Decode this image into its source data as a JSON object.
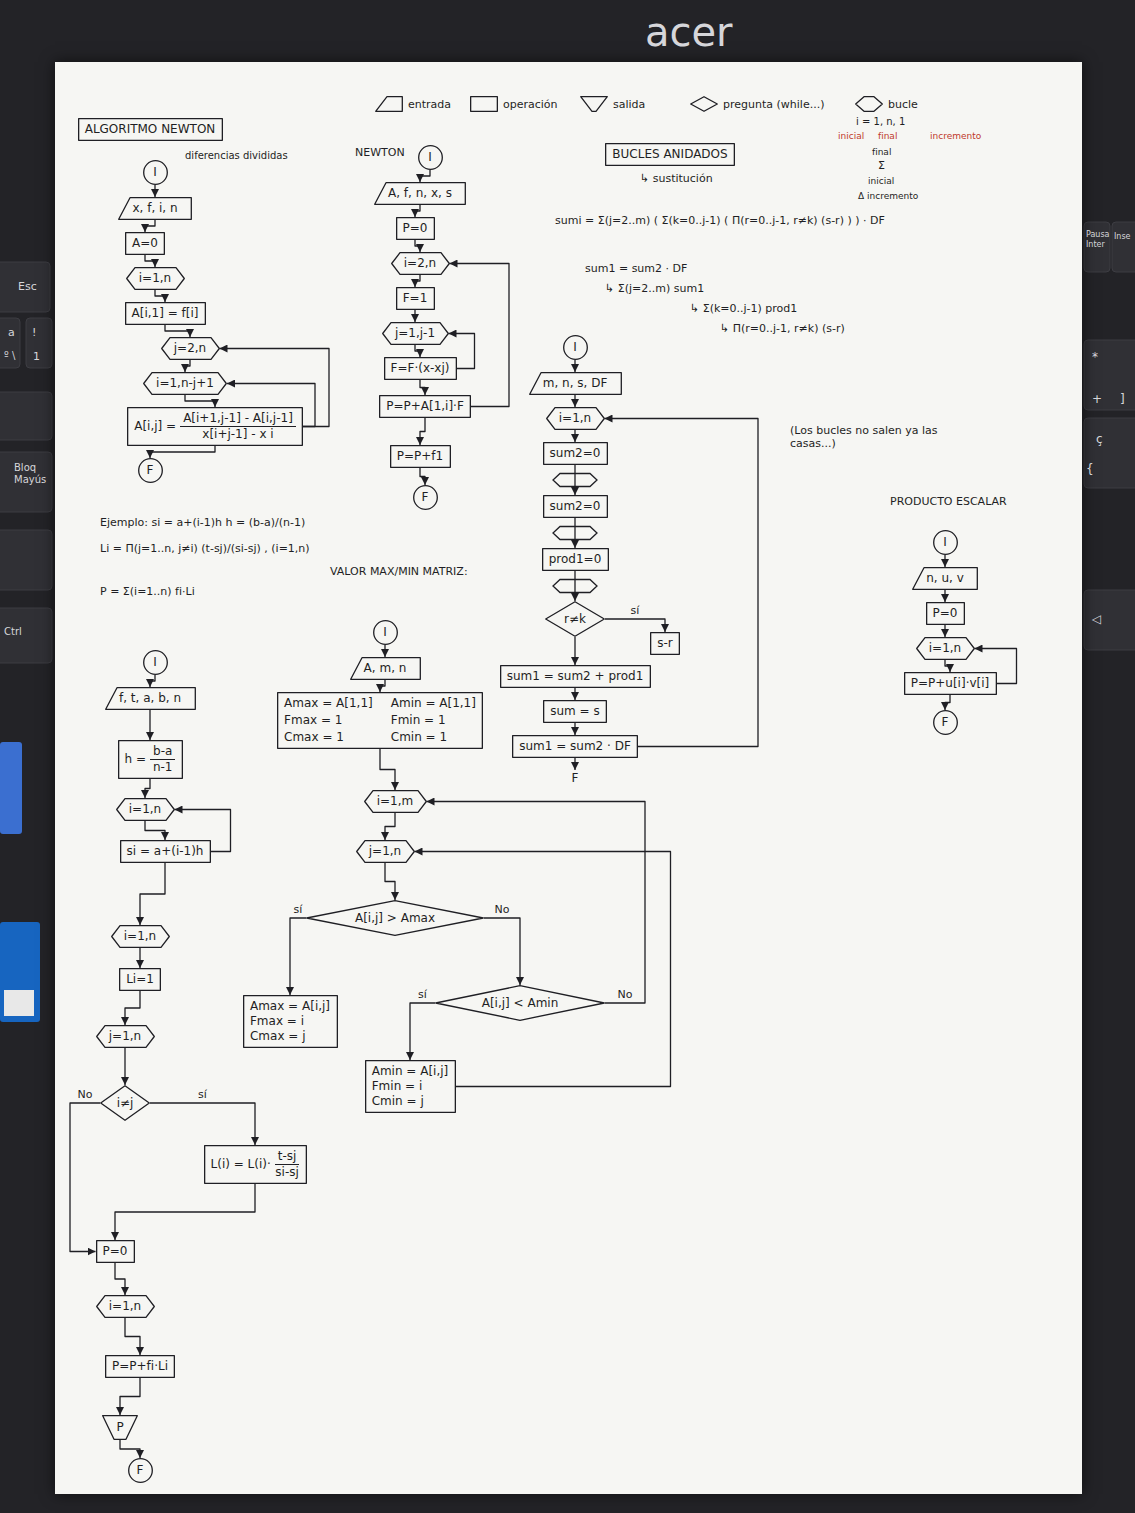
{
  "diagram": {
    "nodes": [
      {
        "text": [
          "ALGORITMO NEWTON"
        ]
      },
      {
        "text": [
          "I"
        ]
      },
      {
        "text": [
          "x, f, i, n"
        ]
      },
      {
        "text": [
          "A=0"
        ]
      },
      {
        "text": [
          "i=1,n"
        ]
      },
      {
        "text": [
          "A[i,1] = f[i]"
        ]
      },
      {
        "text": [
          "j=2,n"
        ]
      },
      {
        "text": [
          "i=1,n-j+1"
        ]
      },
      {
        "text": [
          "A[i,j] =",
          "A[i+1,j-1] - A[i,j-1]",
          "x[i+j-1] - x i"
        ]
      },
      {
        "text": [
          "F"
        ]
      },
      {
        "text": [
          "I"
        ]
      },
      {
        "text": [
          "A, f, n, x, s"
        ]
      },
      {
        "text": [
          "P=0"
        ]
      },
      {
        "text": [
          "i=2,n"
        ]
      },
      {
        "text": [
          "F=1"
        ]
      },
      {
        "text": [
          "j=1,j-1"
        ]
      },
      {
        "text": [
          "F=F·(x-xj)"
        ]
      },
      {
        "text": [
          "P=P+A[1,i]·F"
        ]
      },
      {
        "text": [
          "P=P+f1"
        ]
      },
      {
        "text": [
          "F"
        ]
      },
      {
        "text": [
          "BUCLES ANIDADOS"
        ]
      },
      {
        "text": [
          "I"
        ]
      },
      {
        "text": [
          "m, n, s, DF"
        ]
      },
      {
        "text": [
          "i=1,n"
        ]
      },
      {
        "text": [
          "sum2=0"
        ]
      },
      {
        "text": [
          "sum2=0"
        ]
      },
      {
        "text": [
          "prod1=0"
        ]
      },
      {
        "text": [
          "r≠k"
        ]
      },
      {
        "text": [
          "s-r"
        ]
      },
      {
        "text": [
          "sum1 = sum2 + prod1"
        ]
      },
      {
        "text": [
          "sum = s"
        ]
      },
      {
        "text": [
          "sum1 = sum2 · DF"
        ]
      },
      {
        "text": [
          "F"
        ]
      },
      {
        "text": [
          "I"
        ]
      },
      {
        "text": [
          "n, u, v"
        ]
      },
      {
        "text": [
          "P=0"
        ]
      },
      {
        "text": [
          "i=1,n"
        ]
      },
      {
        "text": [
          "P=P+u[i]·v[i]"
        ]
      },
      {
        "text": [
          "F"
        ]
      },
      {
        "text": [
          "I"
        ]
      },
      {
        "text": [
          "f, t, a, b, n"
        ]
      },
      {
        "text": [
          "h =",
          "b-a",
          "n-1"
        ]
      },
      {
        "text": [
          "i=1,n"
        ]
      },
      {
        "text": [
          "si = a+(i-1)h"
        ]
      },
      {
        "text": [
          "i=1,n"
        ]
      },
      {
        "text": [
          "Li=1"
        ]
      },
      {
        "text": [
          "j=1,n"
        ]
      },
      {
        "text": [
          "i≠j"
        ]
      },
      {
        "text": [
          "L(i) = L(i)·",
          "t-sj",
          "si-sj"
        ]
      },
      {
        "text": [
          "P=0"
        ]
      },
      {
        "text": [
          "i=1,n"
        ]
      },
      {
        "text": [
          "P=P+fi·Li"
        ]
      },
      {
        "text": [
          "P"
        ]
      },
      {
        "text": [
          "F"
        ]
      },
      {
        "text": [
          "I"
        ]
      },
      {
        "text": [
          "A, m, n"
        ]
      },
      {
        "text": [
          "Amax = A[1,1]",
          "Amin = A[1,1]",
          "Fmax = 1",
          "Fmin = 1",
          "Cmax = 1",
          "Cmin = 1"
        ]
      },
      {
        "text": [
          "i=1,m"
        ]
      },
      {
        "text": [
          "j=1,n"
        ]
      },
      {
        "text": [
          "A[i,j] > Amax"
        ]
      },
      {
        "text": [
          "Amax = A[i,j]",
          "Fmax = i",
          "Cmax = j"
        ]
      },
      {
        "text": [
          "A[i,j] < Amin"
        ]
      },
      {
        "text": [
          "Amin = A[i,j]",
          "Fmin = i",
          "Cmin = j"
        ]
      }
    ],
    "edges": [
      {
        "from": 1,
        "to": 2,
        "arrow": "to"
      },
      {
        "from": 2,
        "to": 3,
        "arrow": "to"
      },
      {
        "from": 3,
        "to": 4,
        "arrow": "to"
      },
      {
        "from": 4,
        "to": 5,
        "arrow": "to"
      },
      {
        "from": 5,
        "to": 6,
        "arrow": "to"
      },
      {
        "from": 6,
        "to": 7,
        "arrow": "to"
      },
      {
        "from": 7,
        "to": 8,
        "arrow": "to"
      },
      {
        "from": 8,
        "to": 7,
        "arrow": "to"
      },
      {
        "from": 8,
        "to": 6,
        "arrow": "to"
      },
      {
        "from": 8,
        "to": 9,
        "arrow": "to"
      },
      {
        "from": 10,
        "to": 11,
        "arrow": "to"
      },
      {
        "from": 11,
        "to": 12,
        "arrow": "to"
      },
      {
        "from": 12,
        "to": 13,
        "arrow": "to"
      },
      {
        "from": 13,
        "to": 14,
        "arrow": "to"
      },
      {
        "from": 14,
        "to": 15,
        "arrow": "to"
      },
      {
        "from": 15,
        "to": 16,
        "arrow": "to"
      },
      {
        "from": 16,
        "to": 15,
        "arrow": "to"
      },
      {
        "from": 16,
        "to": 17,
        "arrow": "to"
      },
      {
        "from": 17,
        "to": 13,
        "arrow": "to"
      },
      {
        "from": 17,
        "to": 18,
        "arrow": "to"
      },
      {
        "from": 18,
        "to": 19,
        "arrow": "to"
      },
      {
        "from": 21,
        "to": 22,
        "arrow": "to"
      },
      {
        "from": 22,
        "to": 23,
        "arrow": "to"
      },
      {
        "from": 23,
        "to": 24,
        "arrow": "to"
      },
      {
        "from": 24,
        "to": 25,
        "arrow": "to"
      },
      {
        "from": 25,
        "to": 26,
        "arrow": "to"
      },
      {
        "from": 26,
        "to": 27,
        "arrow": "to"
      },
      {
        "from": 27,
        "to": 28,
        "label": "sí",
        "arrow": "to"
      },
      {
        "from": 27,
        "to": 29,
        "arrow": "to"
      },
      {
        "from": 29,
        "to": 30,
        "arrow": "to"
      },
      {
        "from": 30,
        "to": 31,
        "arrow": "to"
      },
      {
        "from": 31,
        "to": 32,
        "arrow": "to"
      },
      {
        "from": 31,
        "to": 23,
        "arrow": "to"
      },
      {
        "from": 33,
        "to": 34,
        "arrow": "to"
      },
      {
        "from": 34,
        "to": 35,
        "arrow": "to"
      },
      {
        "from": 35,
        "to": 36,
        "arrow": "to"
      },
      {
        "from": 36,
        "to": 37,
        "arrow": "to"
      },
      {
        "from": 37,
        "to": 36,
        "arrow": "to"
      },
      {
        "from": 37,
        "to": 38,
        "arrow": "to"
      },
      {
        "from": 39,
        "to": 40,
        "arrow": "to"
      },
      {
        "from": 40,
        "to": 41,
        "arrow": "to"
      },
      {
        "from": 41,
        "to": 42,
        "arrow": "to"
      },
      {
        "from": 42,
        "to": 43,
        "arrow": "to"
      },
      {
        "from": 43,
        "to": 42,
        "arrow": "to"
      },
      {
        "from": 43,
        "to": 44,
        "arrow": "to"
      },
      {
        "from": 44,
        "to": 45,
        "arrow": "to"
      },
      {
        "from": 45,
        "to": 46,
        "arrow": "to"
      },
      {
        "from": 46,
        "to": 47,
        "arrow": "to"
      },
      {
        "from": 47,
        "to": 48,
        "label": "sí",
        "arrow": "to"
      },
      {
        "from": 47,
        "to": 49,
        "label": "No",
        "arrow": "to"
      },
      {
        "from": 48,
        "to": 49,
        "arrow": "to"
      },
      {
        "from": 49,
        "to": 50,
        "arrow": "to"
      },
      {
        "from": 50,
        "to": 51,
        "arrow": "to"
      },
      {
        "from": 51,
        "to": 52,
        "arrow": "to"
      },
      {
        "from": 52,
        "to": 53,
        "arrow": "to"
      },
      {
        "from": 54,
        "to": 55,
        "arrow": "to"
      },
      {
        "from": 55,
        "to": 56,
        "arrow": "to"
      },
      {
        "from": 56,
        "to": 57,
        "arrow": "to"
      },
      {
        "from": 57,
        "to": 58,
        "arrow": "to"
      },
      {
        "from": 58,
        "to": 59,
        "arrow": "to"
      },
      {
        "from": 59,
        "to": 60,
        "label": "sí",
        "arrow": "to"
      },
      {
        "from": 59,
        "to": 61,
        "label": "No",
        "arrow": "to"
      },
      {
        "from": 61,
        "to": 62,
        "label": "sí",
        "arrow": "to"
      },
      {
        "from": 61,
        "to": 57,
        "label": "No",
        "arrow": "to"
      },
      {
        "from": 62,
        "to": 58,
        "arrow": "to"
      }
    ],
    "labels": [
      "diferencias divididas",
      "NEWTON",
      "i = 1, n, 1",
      "inicial",
      "final",
      "incremento",
      "↳ sustitución",
      "sumi = Σ(j=2..m) ( Σ(k=0..j-1) ( Π(r=0..j-1, r≠k) (s-r) ) ) · DF",
      "final",
      "Σ",
      "inicial",
      "Δ incremento",
      "sum1 = sum2 · DF",
      "↳ Σ(j=2..m) sum1",
      "↳ Σ(k=0..j-1) prod1",
      "↳ Π(r=0..j-1, r≠k) (s-r)",
      "(Los bucles no salen ya las casas...)",
      "PRODUCTO ESCALAR",
      "Ejemplo: si = a+(i-1)h   h = (b-a)/(n-1)",
      "Li = Π(j=1..n, j≠i) (t-sj)/(si-sj) , (i=1,n)",
      "P = Σ(i=1..n) fi·Li",
      "VALOR MAX/MIN MATRIZ:",
      "acer",
      "Esc",
      "Bloq Mayús",
      "Pausa Inter",
      "Inse",
      "Ctrl",
      "a",
      "º \\",
      "!",
      "1",
      "*",
      "+",
      "]",
      "ç",
      "{",
      "◁"
    ],
    "legend": [
      {
        "text": "entrada"
      },
      {
        "text": "operación"
      },
      {
        "text": "salida"
      },
      {
        "text": "pregunta (while...)"
      },
      {
        "text": "bucle"
      }
    ]
  }
}
